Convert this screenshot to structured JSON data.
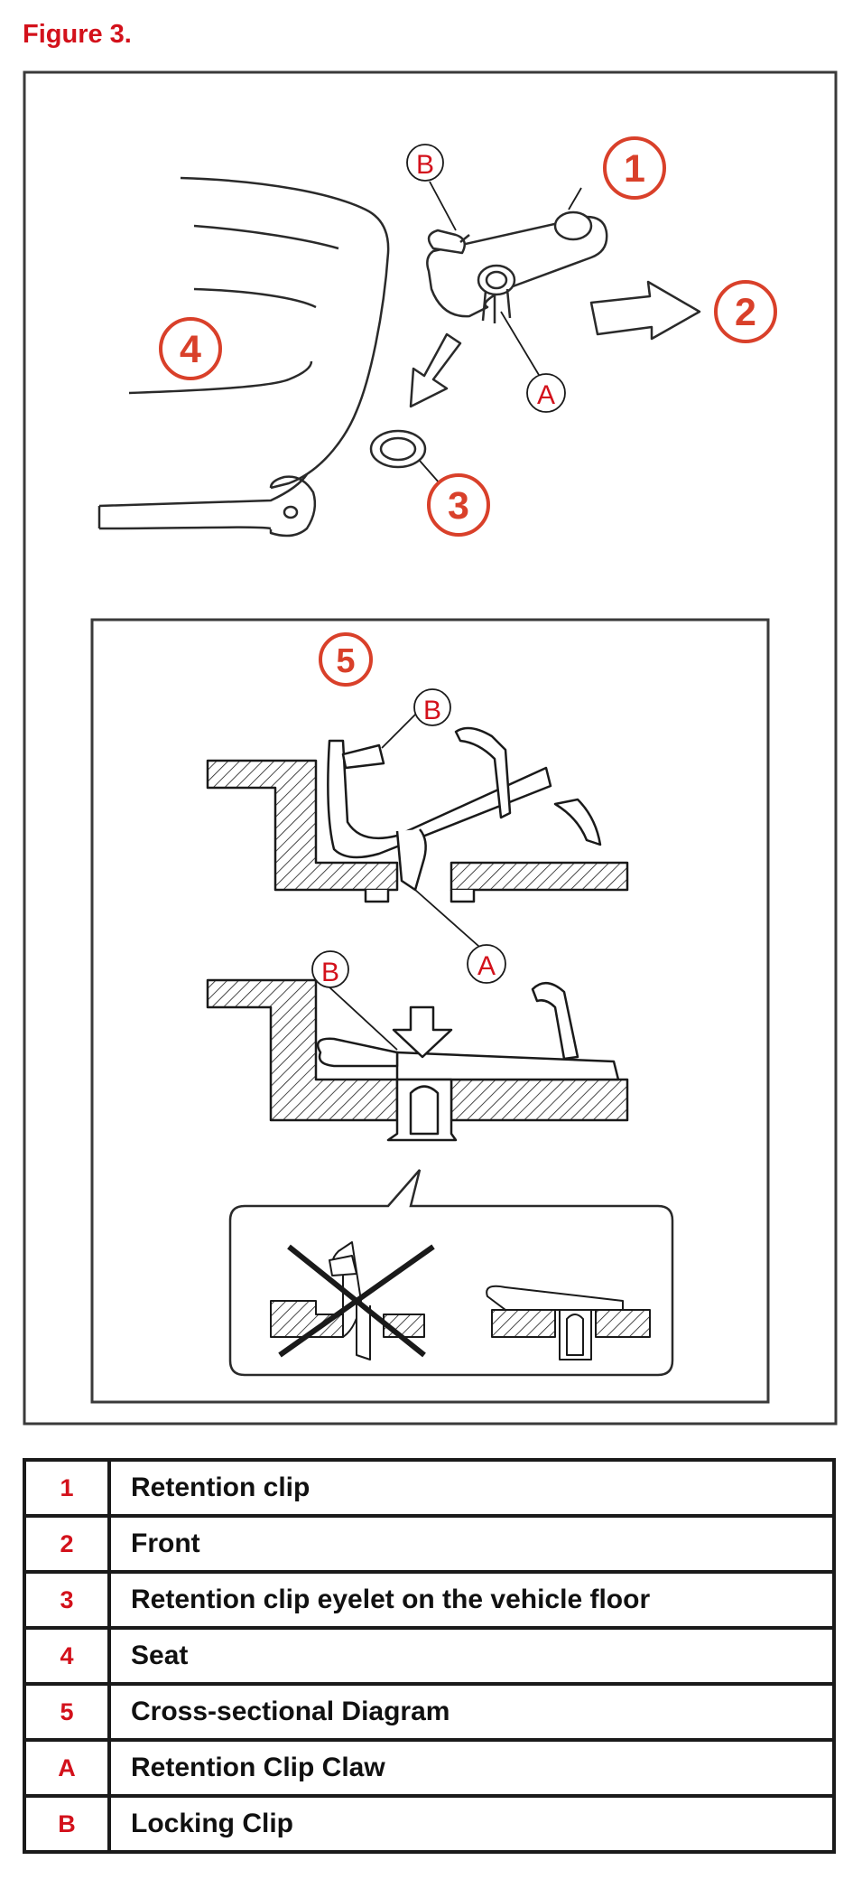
{
  "figure_title": "Figure 3.",
  "callouts": {
    "c1": "1",
    "c2": "2",
    "c3": "3",
    "c4": "4",
    "c5": "5",
    "A": "A",
    "B": "B"
  },
  "legend": [
    {
      "key": "1",
      "label": "Retention clip"
    },
    {
      "key": "2",
      "label": "Front"
    },
    {
      "key": "3",
      "label": "Retention clip eyelet on the vehicle floor"
    },
    {
      "key": "4",
      "label": "Seat"
    },
    {
      "key": "5",
      "label": "Cross-sectional Diagram"
    },
    {
      "key": "A",
      "label": "Retention Clip Claw"
    },
    {
      "key": "B",
      "label": "Locking Clip"
    }
  ],
  "colors": {
    "callout": "#d9402a",
    "letter": "#d3111b",
    "line": "#1a1a1a"
  }
}
